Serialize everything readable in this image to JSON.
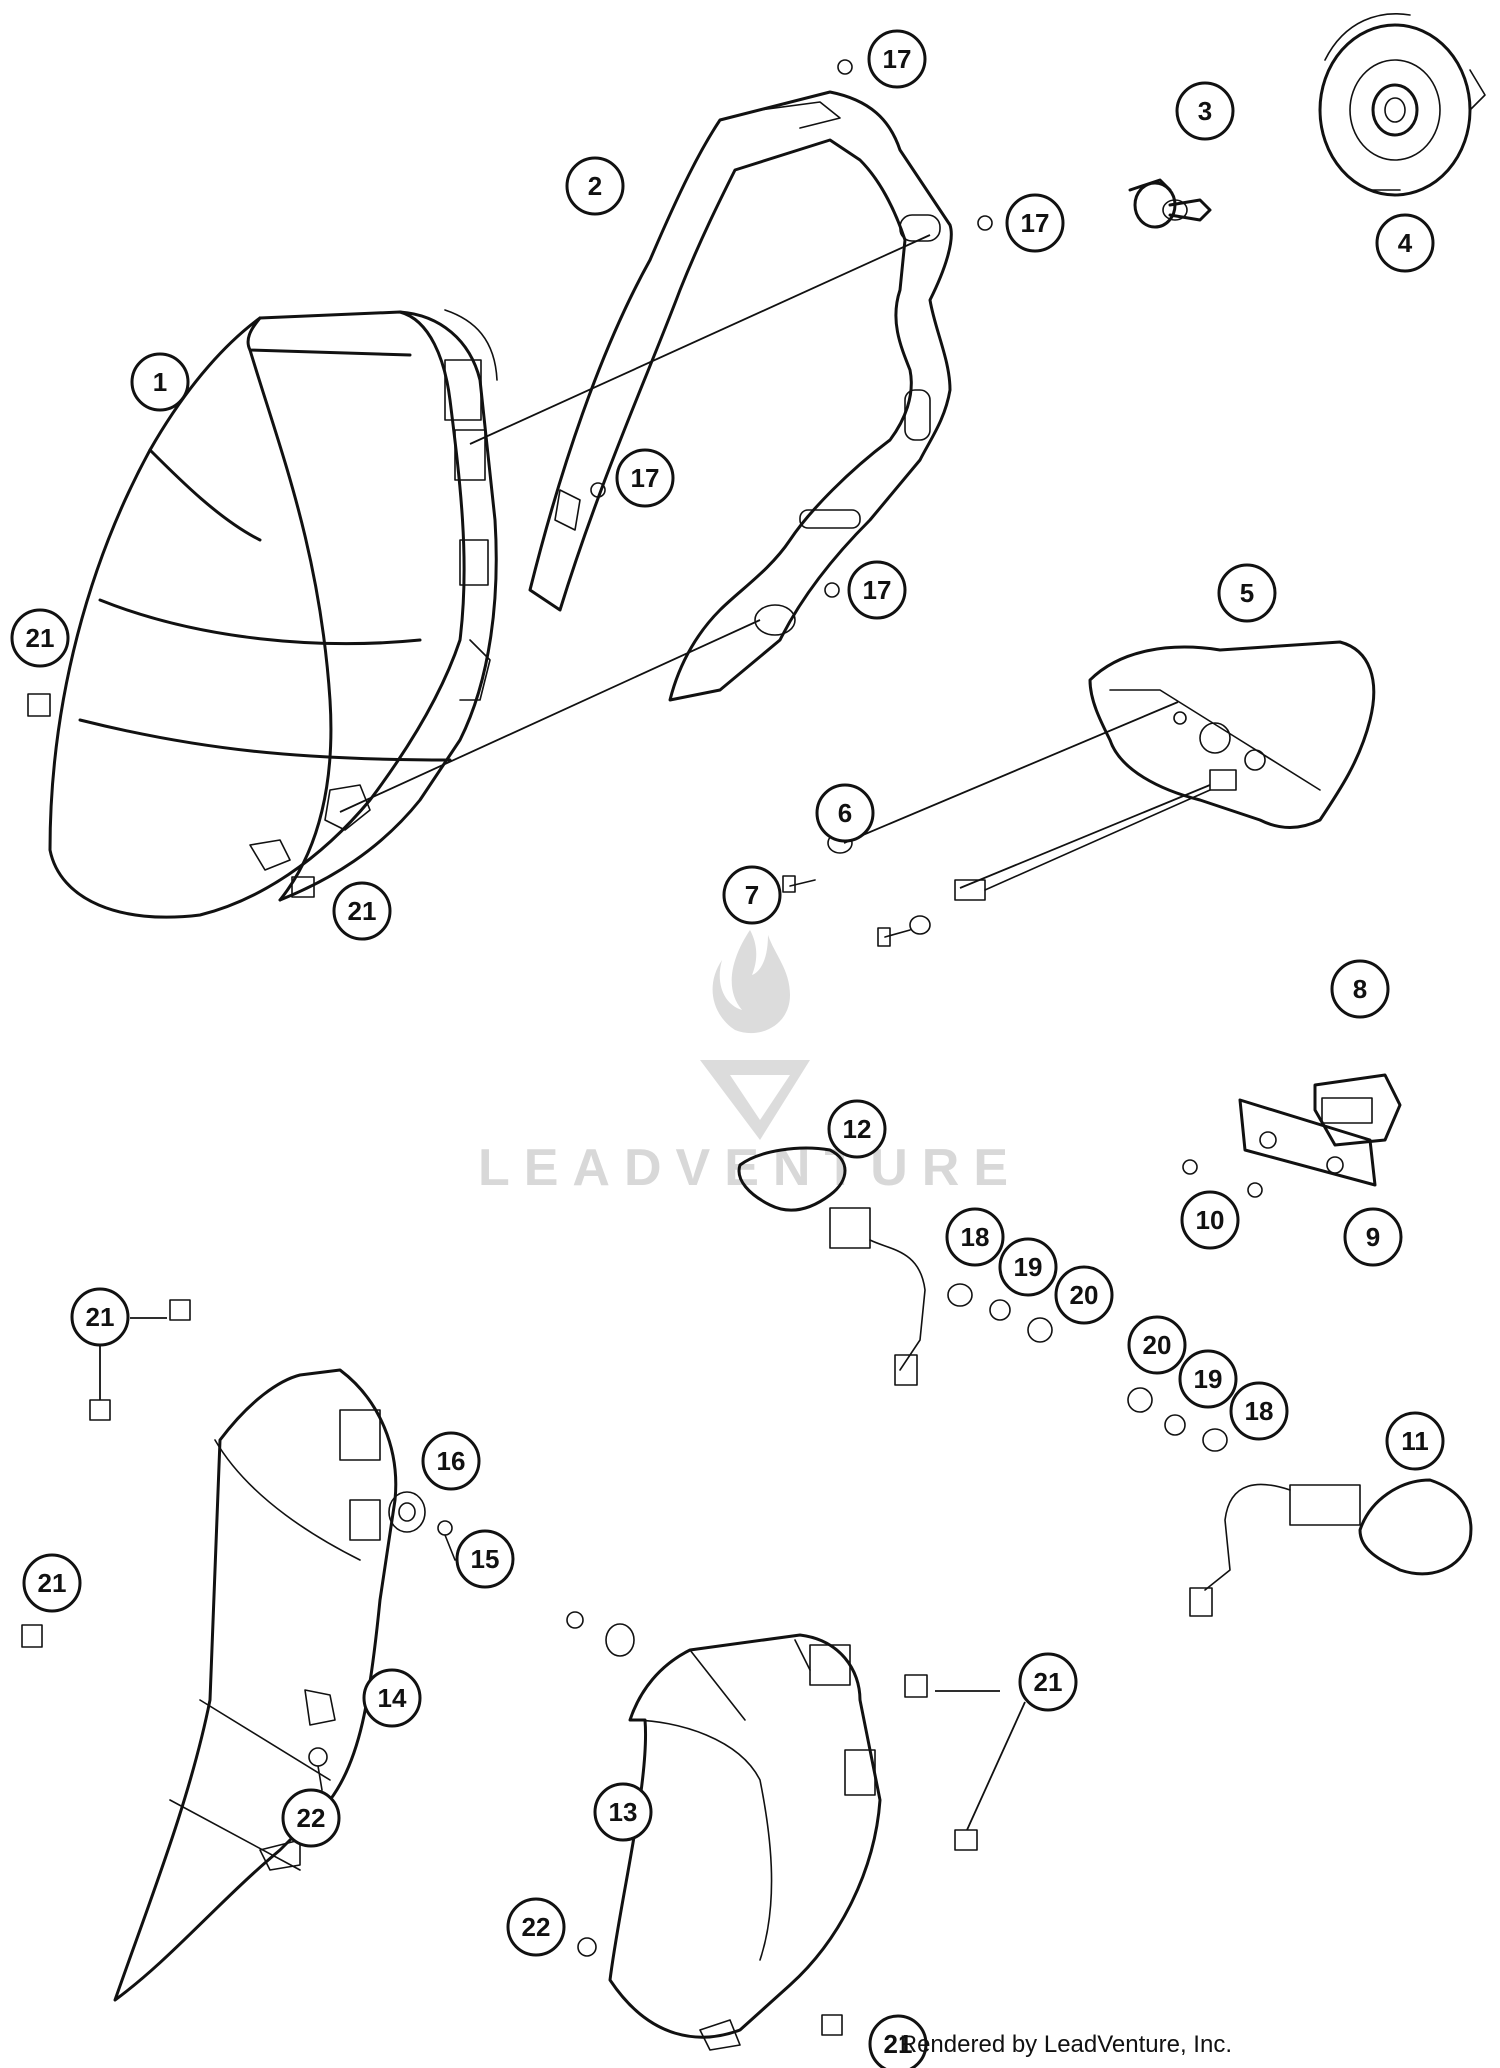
{
  "diagram": {
    "callouts": [
      {
        "id": "c1",
        "label": "1"
      },
      {
        "id": "c2",
        "label": "2"
      },
      {
        "id": "c3",
        "label": "3"
      },
      {
        "id": "c4",
        "label": "4"
      },
      {
        "id": "c5",
        "label": "5"
      },
      {
        "id": "c6",
        "label": "6"
      },
      {
        "id": "c7",
        "label": "7"
      },
      {
        "id": "c8",
        "label": "8"
      },
      {
        "id": "c9",
        "label": "9"
      },
      {
        "id": "c10",
        "label": "10"
      },
      {
        "id": "c11",
        "label": "11"
      },
      {
        "id": "c12",
        "label": "12"
      },
      {
        "id": "c13",
        "label": "13"
      },
      {
        "id": "c14",
        "label": "14"
      },
      {
        "id": "c15",
        "label": "15"
      },
      {
        "id": "c16",
        "label": "16"
      },
      {
        "id": "c17a",
        "label": "17"
      },
      {
        "id": "c17b",
        "label": "17"
      },
      {
        "id": "c17c",
        "label": "17"
      },
      {
        "id": "c17d",
        "label": "17"
      },
      {
        "id": "c18a",
        "label": "18"
      },
      {
        "id": "c18b",
        "label": "18"
      },
      {
        "id": "c19a",
        "label": "19"
      },
      {
        "id": "c19b",
        "label": "19"
      },
      {
        "id": "c20a",
        "label": "20"
      },
      {
        "id": "c20b",
        "label": "20"
      },
      {
        "id": "c21a",
        "label": "21"
      },
      {
        "id": "c21b",
        "label": "21"
      },
      {
        "id": "c21c",
        "label": "21"
      },
      {
        "id": "c21d",
        "label": "21"
      },
      {
        "id": "c21e",
        "label": "21"
      },
      {
        "id": "c21f",
        "label": "21"
      },
      {
        "id": "c22a",
        "label": "22"
      },
      {
        "id": "c22b",
        "label": "22"
      }
    ]
  },
  "watermark": {
    "text": "LEADVENTURE"
  },
  "footer": {
    "credit": "Rendered by LeadVenture, Inc."
  }
}
